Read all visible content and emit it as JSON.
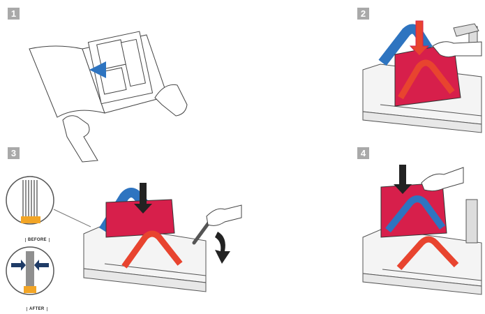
{
  "steps": [
    {
      "number": "1"
    },
    {
      "number": "2"
    },
    {
      "number": "3"
    },
    {
      "number": "4"
    }
  ],
  "detail_labels": {
    "before": "BEFORE",
    "after": "AFTER"
  },
  "colors": {
    "badge": "#a9a9a9",
    "cover_red": "#d71f4b",
    "binding_blue": "#2e74c0",
    "binding_red": "#e8442f",
    "spine_orange": "#f2a526",
    "arrow_dark": "#222222",
    "machine_stroke": "#555555"
  }
}
